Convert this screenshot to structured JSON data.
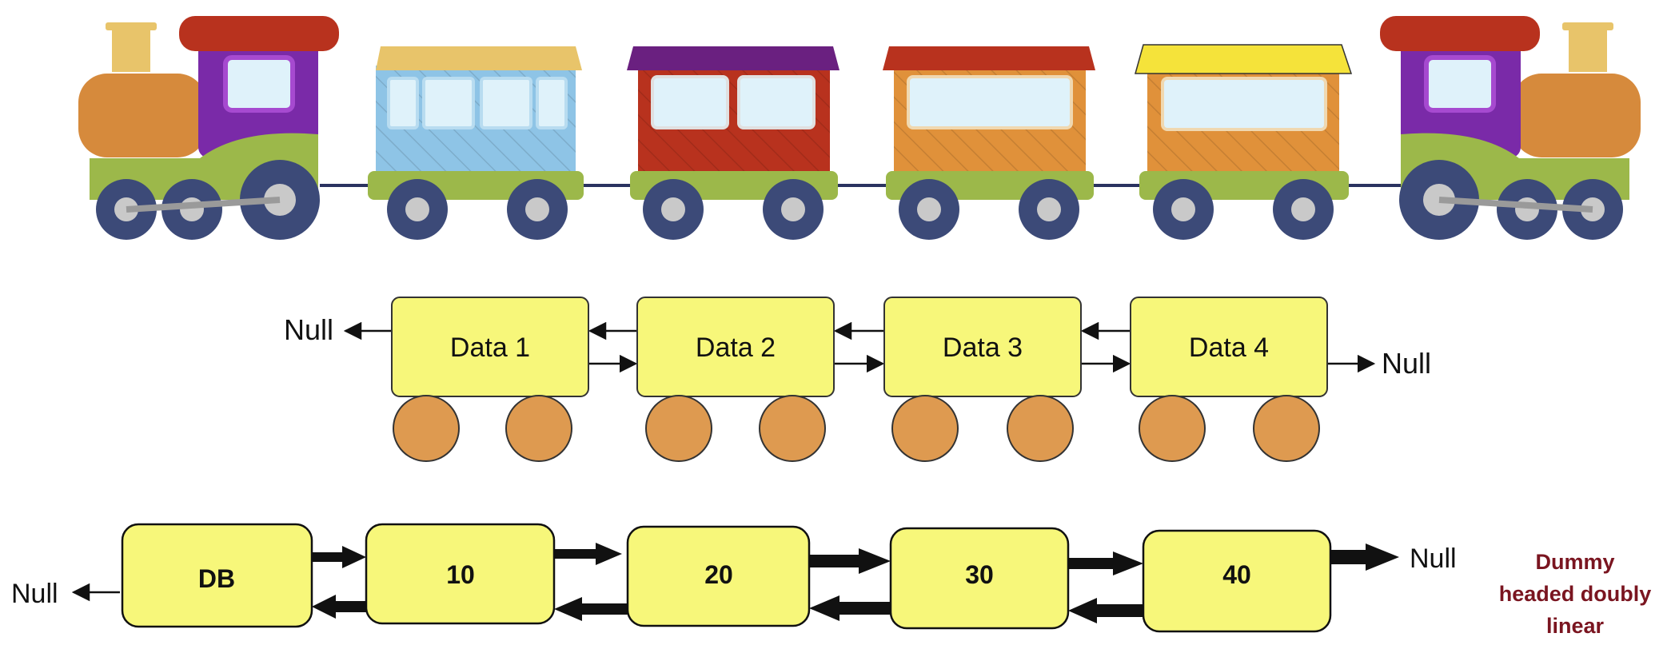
{
  "colors": {
    "node_fill": "#f7f77a",
    "wheel_fill": "#de9a50",
    "caption": "#7a1520",
    "wood_orange": "#e0913a",
    "engine_purple": "#7a2aa8",
    "chassis_green": "#9cb84a",
    "wheel_navy": "#3c4a78"
  },
  "train": {
    "cars": [
      {
        "name": "locomotive-left",
        "body": "#d68a3c",
        "cab": "#7a2aa8",
        "roof": "#b8321e"
      },
      {
        "name": "passenger-car-blue",
        "body": "#8ec4e6",
        "roof": "#e8c46a"
      },
      {
        "name": "passenger-car-red",
        "body": "#b8321e",
        "roof": "#6a2080"
      },
      {
        "name": "passenger-car-orange",
        "body": "#e0913a",
        "roof": "#b8321e"
      },
      {
        "name": "passenger-car-orange-yellow-roof",
        "body": "#e0913a",
        "roof": "#f5e33a"
      },
      {
        "name": "locomotive-right",
        "body": "#d68a3c",
        "cab": "#7a2aa8",
        "roof": "#b8321e"
      }
    ]
  },
  "list_diagram": {
    "left_null": "Null",
    "right_null": "Null",
    "nodes": [
      "Data 1",
      "Data 2",
      "Data 3",
      "Data 4"
    ]
  },
  "dummy_list": {
    "left_null": "Null",
    "right_null": "Null",
    "nodes": [
      "DB",
      "10",
      "20",
      "30",
      "40"
    ],
    "caption": [
      "Dummy",
      "headed doubly",
      "linear"
    ]
  }
}
